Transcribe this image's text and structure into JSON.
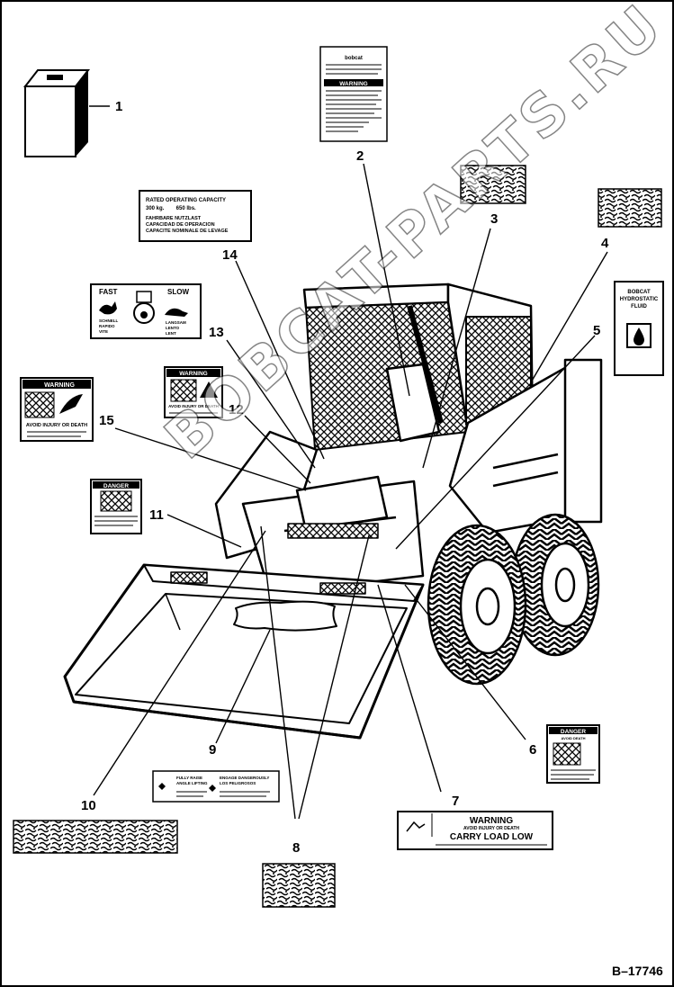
{
  "reference": "B–17746",
  "watermark": "BOBCAT-PARTS.RU",
  "callouts": [
    "1",
    "2",
    "3",
    "4",
    "5",
    "6",
    "7",
    "8",
    "9",
    "10",
    "11",
    "12",
    "13",
    "14",
    "15"
  ],
  "decals": {
    "operating_handbook": {
      "brand": "bobcat",
      "header": "WARNING"
    },
    "rated_capacity": {
      "title": "RATED OPERATING CAPACITY",
      "values": "300 kg.        650 lbs.",
      "line2": "FAHRBARE NUTZLAST",
      "line3": "CAPACIDAD DE OPERACION",
      "line4": "CAPACITE NOMINALE DE LEVAGE"
    },
    "speed": {
      "fast": "FAST",
      "slow": "SLOW",
      "left1": "SCHNELL",
      "left2": "RAPIDO",
      "left3": "VITE",
      "right1": "LANGSAM",
      "right2": "LENTO",
      "right3": "LENT"
    },
    "warning_left": {
      "header": "WARNING",
      "footer": "AVOID INJURY OR DEATH"
    },
    "warning_center": {
      "header": "WARNING",
      "footer": "AVOID INJURY OR DEATH"
    },
    "danger_left": {
      "header": "DANGER"
    },
    "danger_right": {
      "header": "DANGER",
      "sub": "AVOID DEATH"
    },
    "hydrostatic": {
      "line1": "BOBCAT",
      "line2": "HYDROSTATIC",
      "line3": "FLUID"
    },
    "carry_load": {
      "header": "WARNING",
      "sub": "AVOID INJURY OR DEATH",
      "title": "CARRY LOAD LOW"
    },
    "lift_arm": {
      "l1": "FULLY RAISE",
      "l2": "ANGLE LIFTING",
      "r1": "ENGAGE DANGEROUSLY",
      "r2": "LOS PELIGROSOS"
    }
  }
}
